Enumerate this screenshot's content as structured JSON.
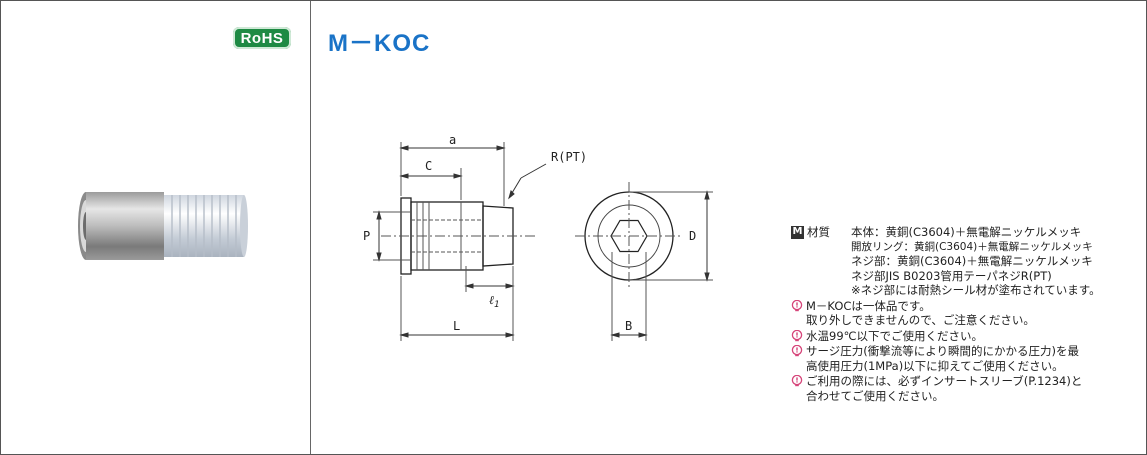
{
  "badge": {
    "label": "RoHS"
  },
  "model": {
    "title": "M－KOC"
  },
  "drawing": {
    "labels": {
      "a": "a",
      "C": "C",
      "R": "R(PT)",
      "P": "P",
      "D": "D",
      "l1_base": "ℓ",
      "l1_sub": "1",
      "L": "L",
      "B": "B"
    }
  },
  "material": {
    "mark": "M",
    "label": "材質",
    "lines": [
      "本体：黄銅(C3604)＋無電解ニッケルメッキ",
      "開放リング：黄銅(C3604)＋無電解ニッケルメッキ",
      "ネジ部：黄銅(C3604)＋無電解ニッケルメッキ",
      "ネジ部JIS B0203管用テーパネジR(PT)",
      "※ネジ部には耐熱シール材が塗布されています。"
    ]
  },
  "notes": [
    {
      "lines": [
        "M－KOCは一体品です。",
        "取り外しできませんので、ご注意ください。"
      ]
    },
    {
      "lines": [
        "水温99℃以下でご使用ください。"
      ]
    },
    {
      "lines": [
        "サージ圧力(衝撃流等により瞬間的にかかる圧力)を最",
        "高使用圧力(1MPa)以下に抑えてご使用ください。"
      ]
    },
    {
      "lines": [
        "ご利用の際には、必ずインサートスリーブ(P.1234)と",
        "合わせてご使用ください。"
      ]
    }
  ],
  "colors": {
    "badge": "#1e8a44",
    "title": "#1a73c7",
    "note_icon": "#d6457a"
  },
  "icons": {
    "note": "exclamation-lightbulb-icon"
  }
}
